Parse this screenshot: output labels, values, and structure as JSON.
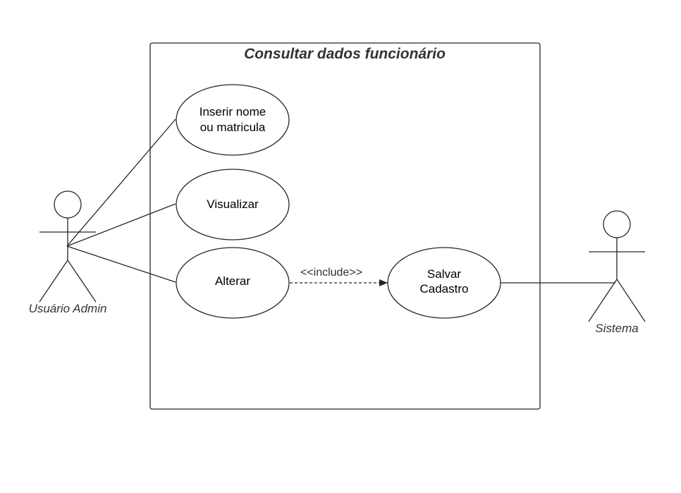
{
  "system": {
    "title": "Consultar dados funcionário"
  },
  "use_cases": {
    "inserir": {
      "line1": "Inserir nome",
      "line2": "ou matricula"
    },
    "visualizar": {
      "label": "Visualizar"
    },
    "alterar": {
      "label": "Alterar"
    },
    "salvar": {
      "line1": "Salvar",
      "line2": "Cadastro"
    }
  },
  "actors": {
    "usuario": {
      "label": "Usuário Admin"
    },
    "sistema": {
      "label": "Sistema"
    }
  },
  "relations": {
    "include_label": "<<include>>"
  },
  "colors": {
    "line": "#262626",
    "title": "#333333"
  }
}
